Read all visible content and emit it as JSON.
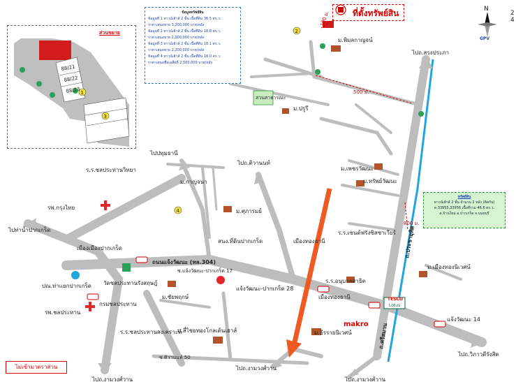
{
  "title": "ที่ตั้งทรัพย์สิน",
  "compass": {
    "north_label": "N",
    "brand": "GPV"
  },
  "edge_digits": [
    "2",
    "4"
  ],
  "inset": {
    "title": "ส่วนขยาย",
    "lot_labels": [
      "88/21",
      "88/22",
      "88/23"
    ],
    "markers": [
      "1",
      "3"
    ]
  },
  "info_box": {
    "title": "ข้อมูลทรัพย์สิน",
    "rows": [
      "ข้อมูลที่ 1 ทาวน์เฮ้าส์ 2 ชั้น เนื้อที่ดิน 36.5 ตร.ว.",
      "ราคาเสนอขาย 3,200,000 บาท/หลัง",
      "ข้อมูลที่ 2 ทาวน์เฮ้าส์ 2 ชั้น เนื้อที่ดิน 18.8 ตร.ว.",
      "ราคาเสนอขาย 2,000,000 บาท/หลัง",
      "ข้อมูลที่ 3 ทาวน์เฮ้าส์ 2 ชั้น เนื้อที่ดิน 18.1 ตร.ว.",
      "ราคาเสนอขาย 2,200,000 บาท/หลัง",
      "ข้อมูลที่ 4 ทาวน์เฮ้าส์ 2 ชั้น เนื้อที่ดิน 18.0 ตร.ว.",
      "ราคาเสนอชื่อเฉลี่ยที่ 2,500,000 บาท/หลัง"
    ]
  },
  "asset_box": {
    "heading": "ทรัพย์สิน",
    "rows": [
      "ทาวน์เฮ้าส์ 2 ชั้น จำนวน 2 หลัง (ติดกัน)",
      "ต.33955,33956 เนื้อที่รวม 46.6 ตร.ว.",
      "ต.บ้านใหม่ อ.ปากเกร็ด จ.นนทบุรี"
    ]
  },
  "scale_note": "ไม่เข้ามาตราส่วน",
  "labels": {
    "pimlakarn": "ม.พิมลกาญจน์",
    "songprapa_top": "ไปถ.สรงประภา",
    "pruksa": "ม.ปรูรี",
    "green_area": "สวนสาธารณะ",
    "dist_500": "500 ม.",
    "dist_100": "100 ม.",
    "dist_800": "800 ม.",
    "pathum_thani": "ไปปทุมธานี",
    "tiwanon": "ไปถ.ติวานนท์",
    "petchwattana": "ม.เพชรวัฒนะ",
    "sapwattana": "ม.ทรัพย์วัฒนะ",
    "hospital_chao": "ร.ร.ชลประทานวิทยา",
    "tha_nam": "ไปท่าน้ำปากเกร็ด",
    "kanchana": "ม.กาญจนา",
    "sirirat": "ม.ศุภารมย์",
    "pakkret_district": "สนง.ที่ดินปากเกร็ด",
    "muang_thong": "เมืองทองธานี",
    "hosp_krungthai": "รพ.กรุงไทย",
    "muang_pakkret": "เมืองเมืองปากเกร็ด",
    "chaeng_road": "ถนนแจ้งวัฒนะ (ทล.304)",
    "chaeng_soi17": "ซ.แจ้งวัฒนะ-ปากเกร็ด 17",
    "wat_khao": "วัดชลประทานรังสฤษฎ์",
    "pha_rot": "ปณ.ท่าแยกปากเกร็ด",
    "chonprathan": "กรมชลประทาน",
    "hosp_chon": "รพ.ชลประทาน",
    "school_chon": "ร.ร.ชลประทานสงเคราะห์",
    "soi_chaeng28": "แจ้งวัฒนะ-ปากเกร็ด 28",
    "chaiyapruek": "ม.ชัยพฤกษ์",
    "chaiyapruek2": "ม.สี่ไชยทองโกลเด้นเฮาส์",
    "soi50": "ซ.ติวานนท์ 50",
    "ngam_wong_bl": "ไปถ.งามวงศ์วาน",
    "ngam_wong_bm": "ไปถ.งามวงศ์วาน",
    "ngam_wong_br": "ไปถ.งามวงศ์วาน",
    "school_anuban": "ร.ร.อนุบาลสาธิต",
    "muangthong_station": "เมืองทองธานี",
    "makro": "makro",
    "tesco": "TESCO",
    "lotus": "Lotus",
    "chaeng14": "แจ้งวัฒนะ 14",
    "vibhavadi": "ไปถ.วิภาวดีรังสิต",
    "muangthong_village": "ม.เมืองทองนิเวศน์",
    "thaitanit": "ม.ธีรรายนิเวศน์",
    "sirinthorn": "ร.ร.เซนต์ฟรังซิสซาเวียร์",
    "pracha_uthit": "ถ.ประชาอุทิศ",
    "si_sak": "ถ.ศรีสมาน"
  }
}
